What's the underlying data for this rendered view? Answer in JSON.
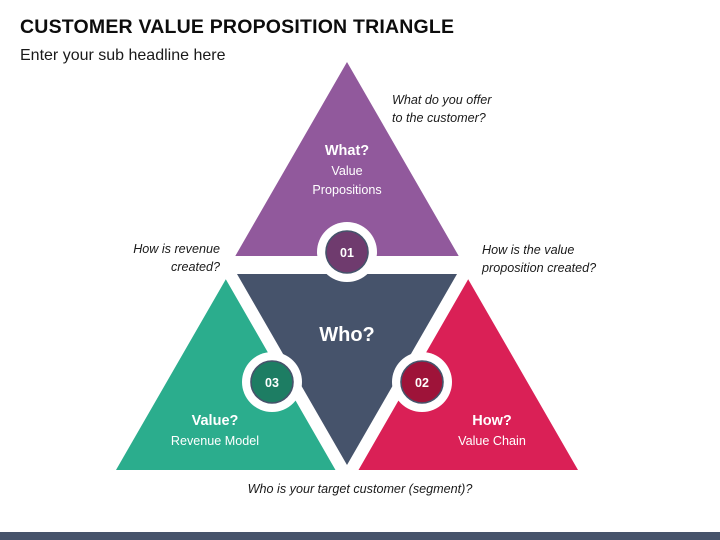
{
  "slide": {
    "title": "CUSTOMER VALUE PROPOSITION TRIANGLE",
    "subtitle": "Enter your sub headline here"
  },
  "colors": {
    "purple": "#91599C",
    "purple_badge": "#6F3B6E",
    "teal": "#2BAD8D",
    "teal_badge": "#1D7D63",
    "crimson": "#DA2056",
    "crimson_badge": "#9E1339",
    "slate": "#46536B",
    "badge_outline": "#46536B",
    "gap": "#FFFFFF",
    "text_dark": "#1A1A1A",
    "text_light": "#FFFFFF"
  },
  "diagram": {
    "segments": [
      {
        "id": "what",
        "heading": "What?",
        "sub_line1": "Value",
        "sub_line2": "Propositions",
        "badge": "01",
        "color": "#91599C",
        "badge_color": "#6F3B6E",
        "callout": "What do you offer\nto the customer?"
      },
      {
        "id": "how",
        "heading": "How?",
        "sub_line1": "Value Chain",
        "sub_line2": "",
        "badge": "02",
        "color": "#DA2056",
        "badge_color": "#9E1339",
        "callout": "How is the value\nproposition created?"
      },
      {
        "id": "value",
        "heading": "Value?",
        "sub_line1": "Revenue Model",
        "sub_line2": "",
        "badge": "03",
        "color": "#2BAD8D",
        "badge_color": "#1D7D63",
        "callout": "How is revenue\ncreated?"
      }
    ],
    "center": {
      "id": "who",
      "heading": "Who?",
      "color": "#46536B",
      "callout": "Who is your target customer (segment)?"
    }
  }
}
